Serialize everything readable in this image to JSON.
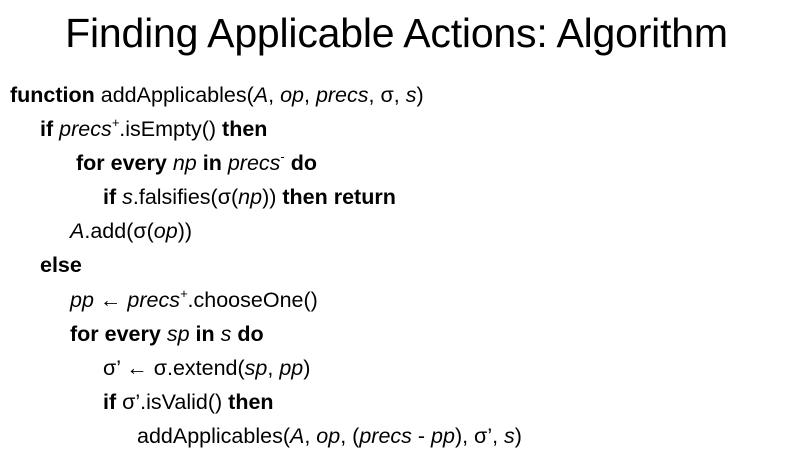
{
  "title": "Finding Applicable Actions: Algorithm",
  "code": {
    "l0": {
      "kw": "function",
      "fn": " addApplicables(",
      "a": "A",
      "c1": ", ",
      "op": "op",
      "c2": ", ",
      "precs": "precs",
      "c3": ", σ, ",
      "s": "s",
      "end": ")"
    },
    "l1": {
      "kw_if": "if",
      "sp": " ",
      "precs": "precs",
      "sup": "+",
      "rest": ".isEmpty() ",
      "kw_then": "then"
    },
    "l2": {
      "kw_for": "for every",
      "sp1": " ",
      "np": "np",
      "sp2": " ",
      "kw_in": "in",
      "sp3": " ",
      "precs": "precs",
      "sup": "-",
      "sp4": " ",
      "kw_do": "do"
    },
    "l3": {
      "kw_if": "if",
      "sp1": " ",
      "s": "s",
      "mid": ".falsifies(σ(",
      "np": "np",
      "close": ")) ",
      "kw_then_return": "then return"
    },
    "l4": {
      "a": "A",
      "rest": ".add(σ(",
      "op": "op",
      "end": "))"
    },
    "l5": {
      "kw_else": "else"
    },
    "l6": {
      "pp": "pp",
      "arrow": " ← ",
      "precs": "precs",
      "sup": "+",
      "rest": ".chooseOne()"
    },
    "l7": {
      "kw_for": "for every",
      "sp1": " ",
      "sp_var": "sp",
      "sp2": " ",
      "kw_in": "in",
      "sp3": " ",
      "s": "s",
      "sp4": " ",
      "kw_do": "do"
    },
    "l8": {
      "sigma": "σ’",
      "arrow": " ← ",
      "mid": "σ.extend(",
      "sp_var": "sp",
      "comma": ", ",
      "pp": "pp",
      "end": ")"
    },
    "l9": {
      "kw_if": "if",
      "rest": " σ’.isValid() ",
      "kw_then": "then"
    },
    "l10": {
      "fn": "addApplicables(",
      "a": "A",
      "c1": ", ",
      "op": "op",
      "c2": ", (",
      "precs": "precs",
      "minus": " - ",
      "pp": "pp",
      "c3": "), σ’, ",
      "s": "s",
      "end": ")"
    }
  }
}
